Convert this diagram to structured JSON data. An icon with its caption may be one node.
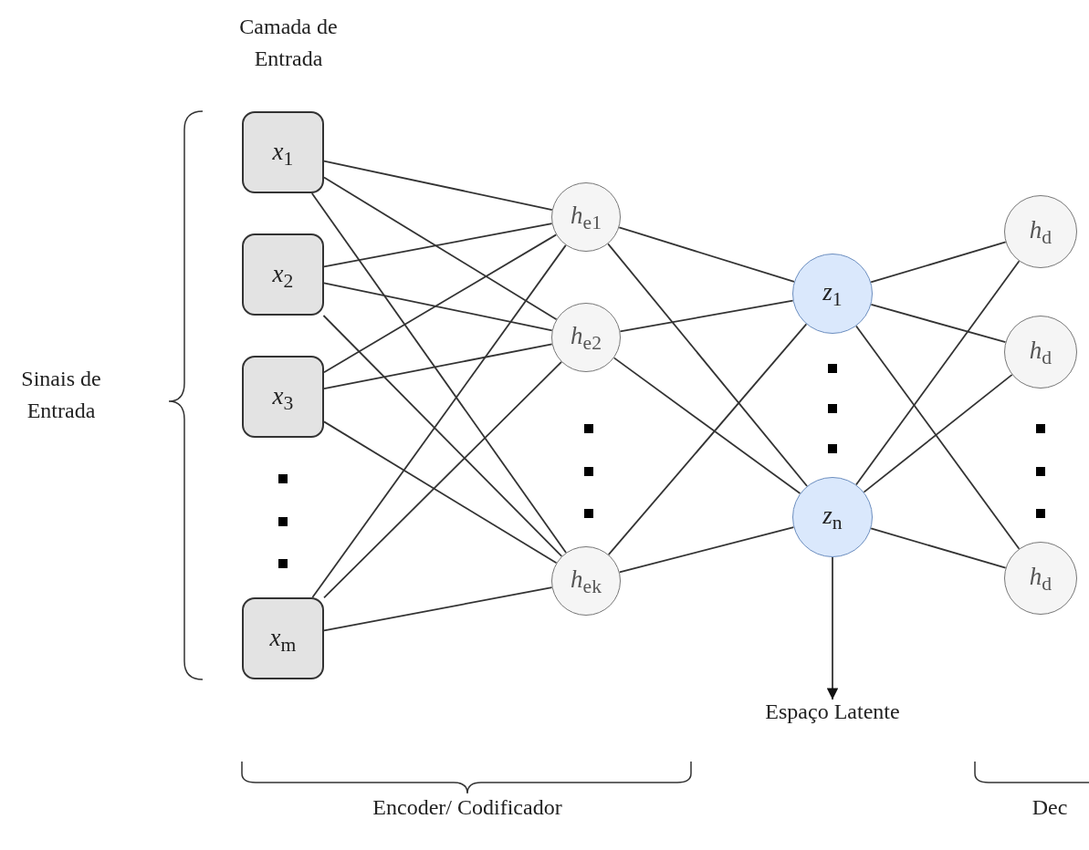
{
  "diagram": {
    "nodes": [
      {
        "text": [
          "*x*$_{1}$"
        ]
      },
      {
        "text": [
          "*x*$_{2}$"
        ]
      },
      {
        "text": [
          "*x*$_{3}$"
        ]
      },
      {
        "text": [
          "*x*$_{m}$"
        ]
      },
      {
        "text": [
          "*h*$_{e1}$"
        ]
      },
      {
        "text": [
          "*h*$_{e2}$"
        ]
      },
      {
        "text": [
          "*h*$_{ek}$"
        ]
      },
      {
        "text": [
          "*z*$_{1}$"
        ]
      },
      {
        "text": [
          "*z*$_{n}$"
        ]
      },
      {
        "text": [
          "*h*$_{d}$"
        ]
      },
      {
        "text": [
          "*h*$_{d}$"
        ]
      },
      {
        "text": [
          "*h*$_{d}$"
        ]
      },
      {
        "text": [
          "Espaço Latente"
        ]
      }
    ],
    "edges": [
      {
        "from": 0,
        "to": 4,
        "arrow": "none"
      },
      {
        "from": 0,
        "to": 5,
        "arrow": "none"
      },
      {
        "from": 0,
        "to": 6,
        "arrow": "none"
      },
      {
        "from": 1,
        "to": 4,
        "arrow": "none"
      },
      {
        "from": 1,
        "to": 5,
        "arrow": "none"
      },
      {
        "from": 1,
        "to": 6,
        "arrow": "none"
      },
      {
        "from": 2,
        "to": 4,
        "arrow": "none"
      },
      {
        "from": 2,
        "to": 5,
        "arrow": "none"
      },
      {
        "from": 2,
        "to": 6,
        "arrow": "none"
      },
      {
        "from": 3,
        "to": 4,
        "arrow": "none"
      },
      {
        "from": 3,
        "to": 5,
        "arrow": "none"
      },
      {
        "from": 3,
        "to": 6,
        "arrow": "none"
      },
      {
        "from": 4,
        "to": 7,
        "arrow": "none"
      },
      {
        "from": 4,
        "to": 8,
        "arrow": "none"
      },
      {
        "from": 5,
        "to": 7,
        "arrow": "none"
      },
      {
        "from": 5,
        "to": 8,
        "arrow": "none"
      },
      {
        "from": 6,
        "to": 7,
        "arrow": "none"
      },
      {
        "from": 6,
        "to": 8,
        "arrow": "none"
      },
      {
        "from": 7,
        "to": 9,
        "arrow": "none"
      },
      {
        "from": 7,
        "to": 10,
        "arrow": "none"
      },
      {
        "from": 7,
        "to": 11,
        "arrow": "none"
      },
      {
        "from": 8,
        "to": 9,
        "arrow": "none"
      },
      {
        "from": 8,
        "to": 10,
        "arrow": "none"
      },
      {
        "from": 8,
        "to": 11,
        "arrow": "none"
      },
      {
        "from": 8,
        "to": 12,
        "arrow": "to"
      }
    ],
    "labels": [
      "Camada de Entrada",
      "Sinais de Entrada",
      "Encoder/ Codificador",
      "Dec"
    ]
  }
}
